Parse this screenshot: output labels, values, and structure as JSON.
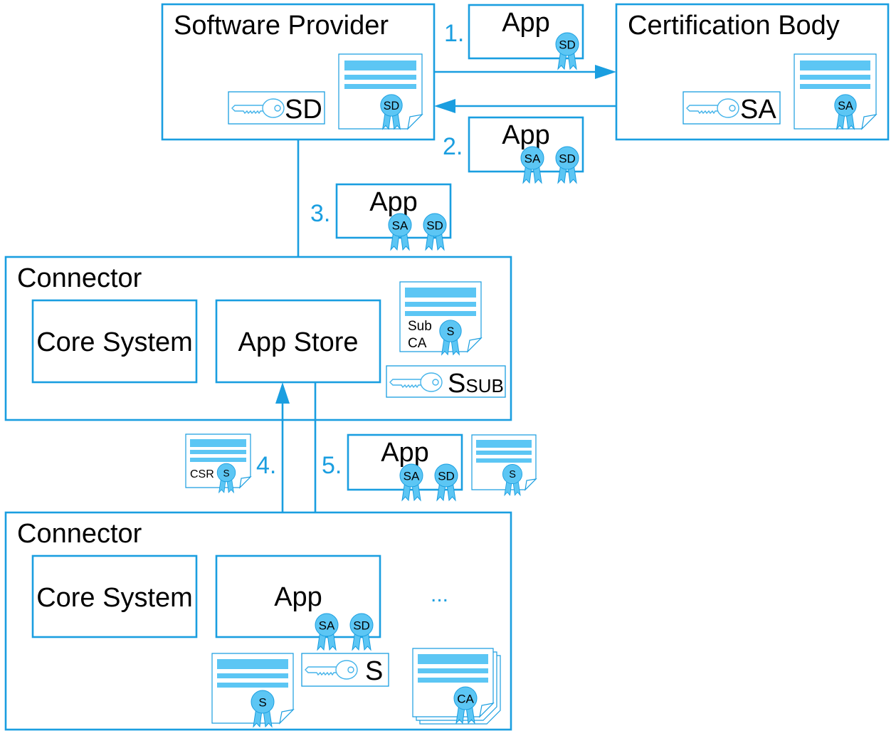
{
  "colors": {
    "accent": "#1a9ee0",
    "seal_fill": "#5cc6f4",
    "key_stroke": "#45b4ea"
  },
  "icons": {
    "key": "key-icon",
    "certificate": "certificate-icon",
    "seal": "seal-icon"
  },
  "software_provider": {
    "title": "Software Provider",
    "key_label": "SD",
    "certificate_seal": "SD"
  },
  "certification_body": {
    "title": "Certification Body",
    "key_label": "SA",
    "certificate_seal": "SA"
  },
  "steps": {
    "step1": {
      "label": "1.",
      "app": "App",
      "seals": [
        "SD"
      ]
    },
    "step2": {
      "label": "2.",
      "app": "App",
      "seals": [
        "SA",
        "SD"
      ]
    },
    "step3": {
      "label": "3.",
      "app": "App",
      "seals": [
        "SA",
        "SD"
      ]
    },
    "step4": {
      "label": "4.",
      "csr_label": "CSR",
      "csr_seal": "S"
    },
    "step5": {
      "label": "5.",
      "app": "App",
      "seals": [
        "SA",
        "SD"
      ],
      "certificate_seal": "S"
    }
  },
  "connector_store": {
    "title": "Connector",
    "core_system": "Core System",
    "app_store": "App Store",
    "sub_ca_certificate": {
      "line1": "Sub",
      "line2": "CA",
      "seal": "S"
    },
    "key": {
      "label": "S",
      "subscript": "SUB"
    }
  },
  "connector_app": {
    "title": "Connector",
    "core_system": "Core System",
    "app": "App",
    "app_seals": [
      "SA",
      "SD"
    ],
    "more": "...",
    "certificate_seal": "S",
    "key_label": "S",
    "ca_certificate_seal": "CA"
  }
}
